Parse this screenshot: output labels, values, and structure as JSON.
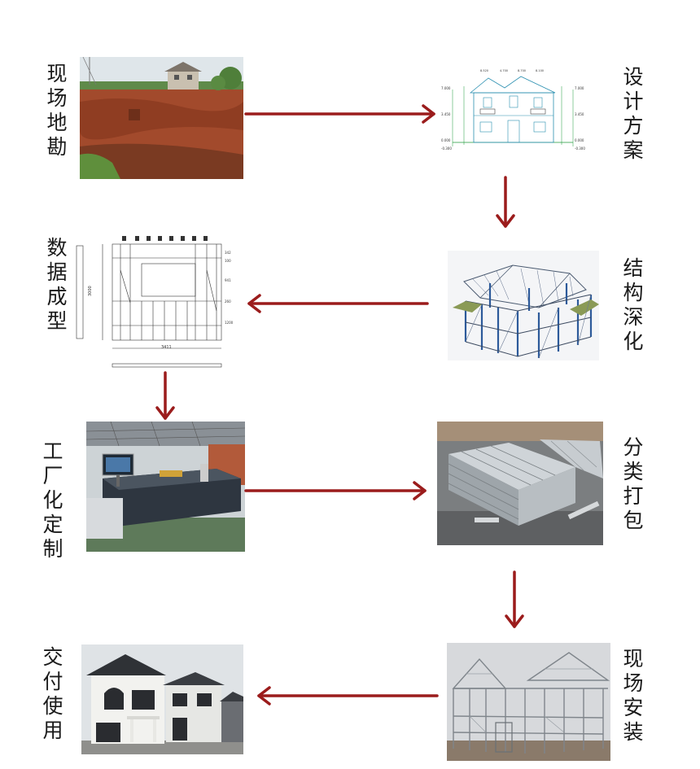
{
  "steps": [
    {
      "id": "survey",
      "label": "现场地勘"
    },
    {
      "id": "design",
      "label": "设计方案"
    },
    {
      "id": "structure",
      "label": "结构深化"
    },
    {
      "id": "data",
      "label": "数据成型"
    },
    {
      "id": "factory",
      "label": "工厂化定制"
    },
    {
      "id": "sort",
      "label": "分类打包"
    },
    {
      "id": "install",
      "label": "现场安装"
    },
    {
      "id": "deliver",
      "label": "交付使用"
    }
  ],
  "drawing_dims": {
    "levels_left": [
      "7.000",
      "3.450",
      "0.000",
      "-0.300"
    ],
    "levels_right": [
      "7.000",
      "3.450",
      "0.000",
      "-0.300"
    ],
    "top_dims": [
      "8.520",
      "4.700",
      "8.700",
      "8.100"
    ],
    "width": "3411",
    "height": "3000",
    "side_dims": [
      "342",
      "100",
      "941",
      "260",
      "1200"
    ]
  },
  "colors": {
    "arrow": "#9b1c1c",
    "text": "#1a1a1a"
  }
}
